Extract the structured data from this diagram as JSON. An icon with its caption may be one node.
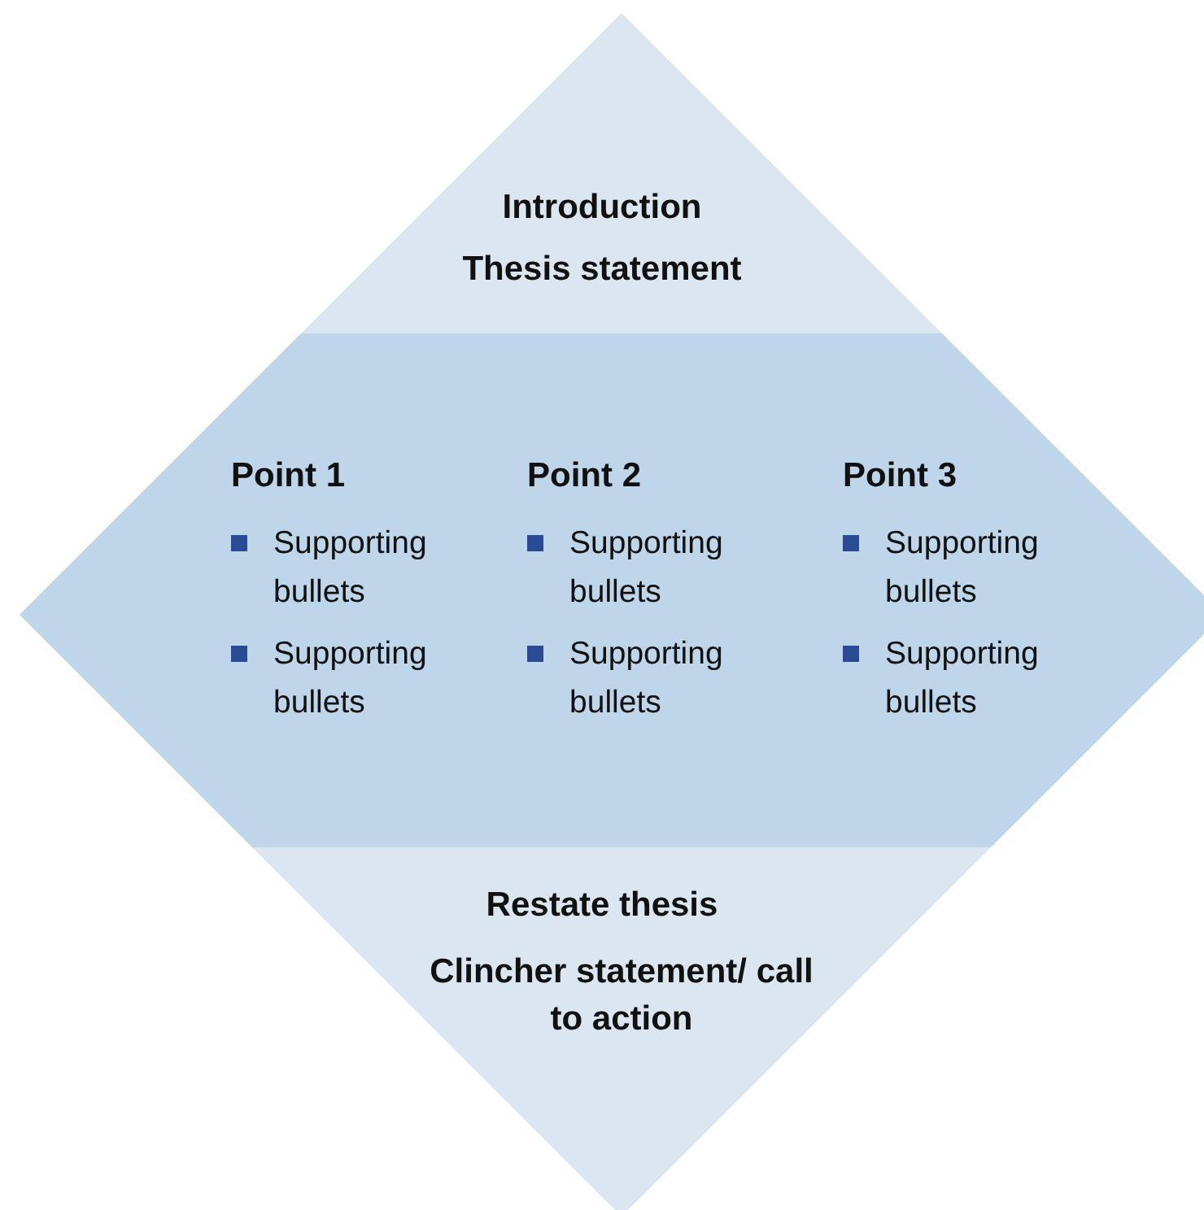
{
  "diagram": {
    "nodes": [
      {
        "text": [
          "Introduction",
          "Thesis statement"
        ]
      },
      {
        "text": [
          "Point 1",
          "Supporting bullets",
          "Supporting bullets",
          "Point 2",
          "Supporting bullets",
          "Supporting bullets",
          "Point 3",
          "Supporting bullets",
          "Supporting bullets"
        ]
      },
      {
        "text": [
          "Restate thesis",
          "Clincher statement/ call to action"
        ]
      }
    ],
    "edges": []
  }
}
